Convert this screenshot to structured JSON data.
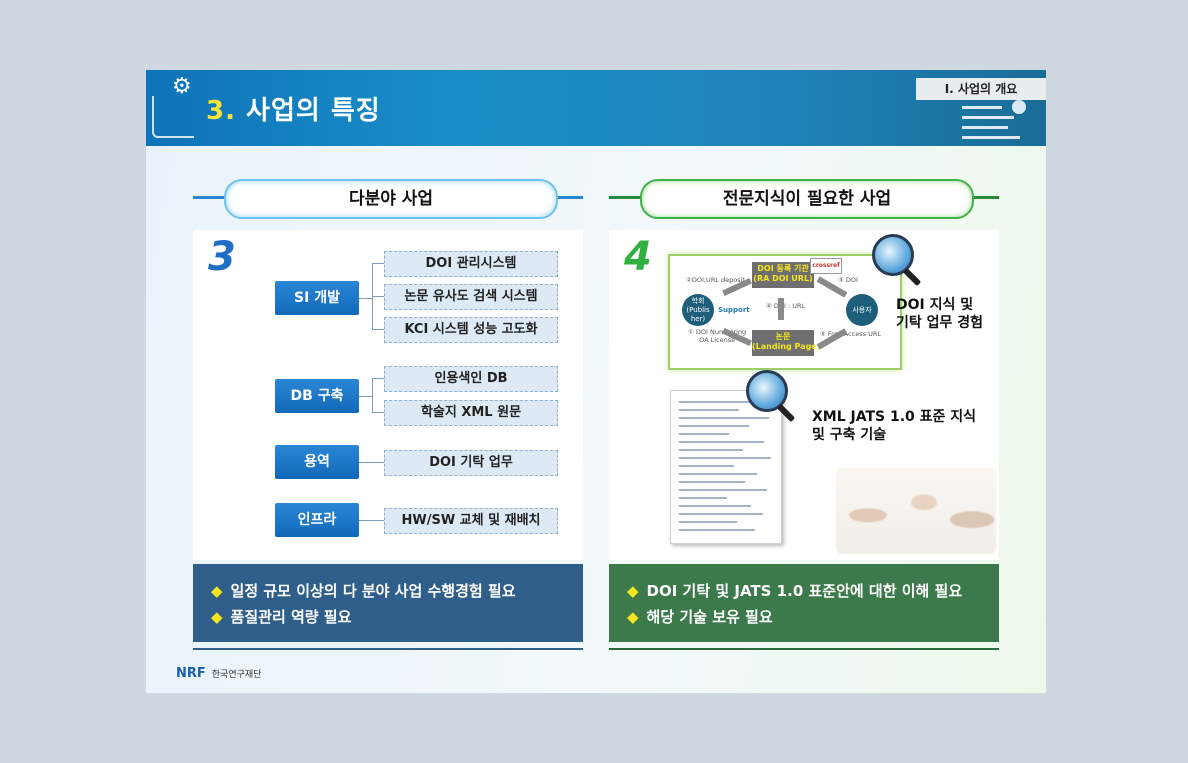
{
  "header": {
    "number": "3.",
    "title": "사업의 특징",
    "section": "Ⅰ. 사업의 개요"
  },
  "left": {
    "heading": "다분야 사업",
    "badge": "3",
    "categories": [
      {
        "label": "SI 개발",
        "items": [
          "DOI 관리시스템",
          "논문 유사도 검색 시스템",
          "KCI 시스템 성능 고도화"
        ]
      },
      {
        "label": "DB 구축",
        "items": [
          "인용색인 DB",
          "학술지 XML 원문"
        ]
      },
      {
        "label": "용역",
        "items": [
          "DOI 기탁 업무"
        ]
      },
      {
        "label": "인프라",
        "items": [
          "HW/SW 교체 및 재배치"
        ]
      }
    ],
    "bullets": [
      "일정 규모 이상의 다 분야 사업 수행경험 필요",
      "품질관리 역량 필요"
    ]
  },
  "right": {
    "heading": "전문지식이 필요한 사업",
    "badge": "4",
    "diagram": {
      "ra_box": "DOI 등록 기관\n(RA DOI URL)",
      "paper_box": "논문\n(Landing Page)",
      "publisher": "학회\n(Publis\nher)",
      "user": "사용자",
      "support": "Support",
      "lbl_deposit": "②DOI;URL deposit",
      "lbl_doi": "③ DOI",
      "lbl_doi_url": "④ DOI : URL",
      "lbl_numbering": "① DOI Numbering\nOA License",
      "lbl_free": "⑤ Free Access URL",
      "crossref": "crossref"
    },
    "note1": "DOI 지식 및\n기탁 업무 경험",
    "note2": "XML JATS 1.0 표준 지식\n및 구축 기술",
    "bullets": [
      "DOI 기탁 및 JATS 1.0 표준안에 대한 이해 필요",
      "해당 기술 보유 필요"
    ]
  },
  "footer": {
    "logo": "NRF",
    "org": "한국연구재단"
  },
  "colors": {
    "header_blue": "#1a8fc9",
    "cat_blue": "#1268b8",
    "bottom_blue": "#2f5e8a",
    "bottom_green": "#3c7a4b",
    "accent_yellow": "#f5e520",
    "badge_green": "#2fb040"
  }
}
